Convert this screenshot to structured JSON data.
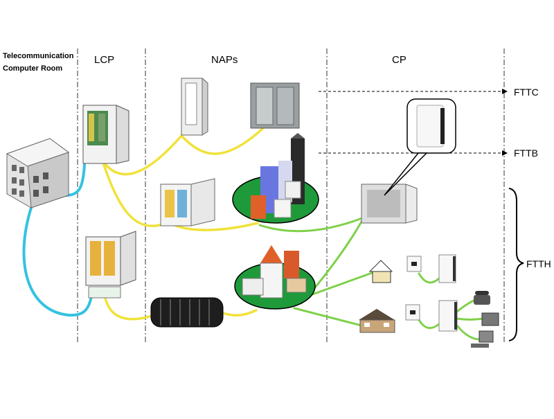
{
  "headers": {
    "room_line1": "Telecommunication",
    "room_line2": "Computer Room",
    "lcp": "LCP",
    "naps": "NAPs",
    "cp": "CP"
  },
  "labels": {
    "fttc": "FTTC",
    "fttb": "FTTB",
    "ftth": "FTTH"
  },
  "colors": {
    "feeder_cable": "#33c3e0",
    "distribution_cable": "#f0e23a",
    "drop_cable": "#7fd14a",
    "green_area": "#1f9a3a"
  }
}
